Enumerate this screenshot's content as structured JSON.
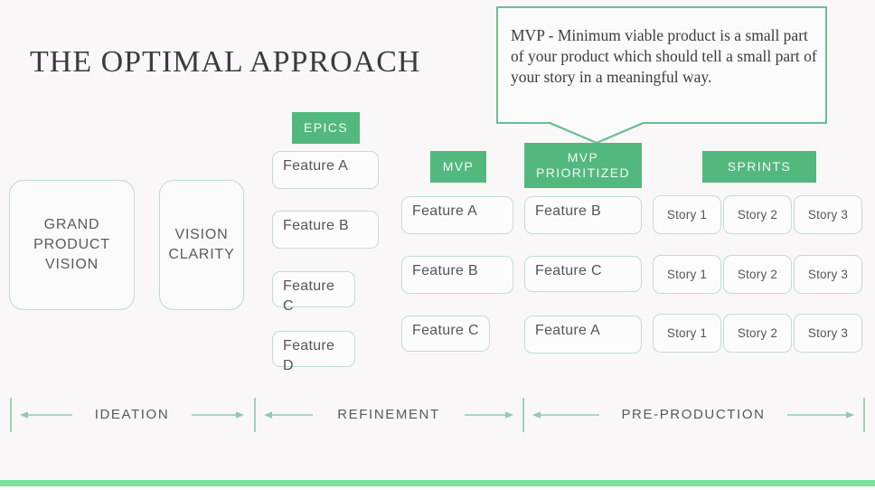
{
  "slide": {
    "title": "THE OPTIMAL APPROACH",
    "background_color": "#faf7f8",
    "accent_green": "#53b87e",
    "border_green": "#c2ddcd",
    "bottom_bar_color": "#76e39b"
  },
  "callout": {
    "text": "MVP - Minimum viable product is a small part of your product which should tell a small part of your story in a meaningful way.",
    "border_color": "#6cbd92",
    "points_to": "MVP PRIORITIZED"
  },
  "vision_boxes": [
    {
      "label": "GRAND\nPRODUCT\nVISION"
    },
    {
      "label": "VISION\nCLARITY"
    }
  ],
  "columns": [
    {
      "header": "EPICS",
      "cards": [
        "Feature A",
        "Feature B",
        "Feature C",
        "Feature D"
      ]
    },
    {
      "header": "MVP",
      "cards": [
        "Feature A",
        "Feature B",
        "Feature C"
      ]
    },
    {
      "header": "MVP\nPRIORITIZED",
      "cards": [
        "Feature B",
        "Feature C",
        "Feature A"
      ]
    }
  ],
  "sprints": {
    "header": "SPRINTS",
    "rows": [
      [
        "Story 1",
        "Story 2",
        "Story 3"
      ],
      [
        "Story 1",
        "Story 2",
        "Story 3"
      ],
      [
        "Story 1",
        "Story 2",
        "Story 3"
      ]
    ]
  },
  "phases": [
    {
      "label": "IDEATION"
    },
    {
      "label": "REFINEMENT"
    },
    {
      "label": "PRE-PRODUCTION"
    }
  ]
}
